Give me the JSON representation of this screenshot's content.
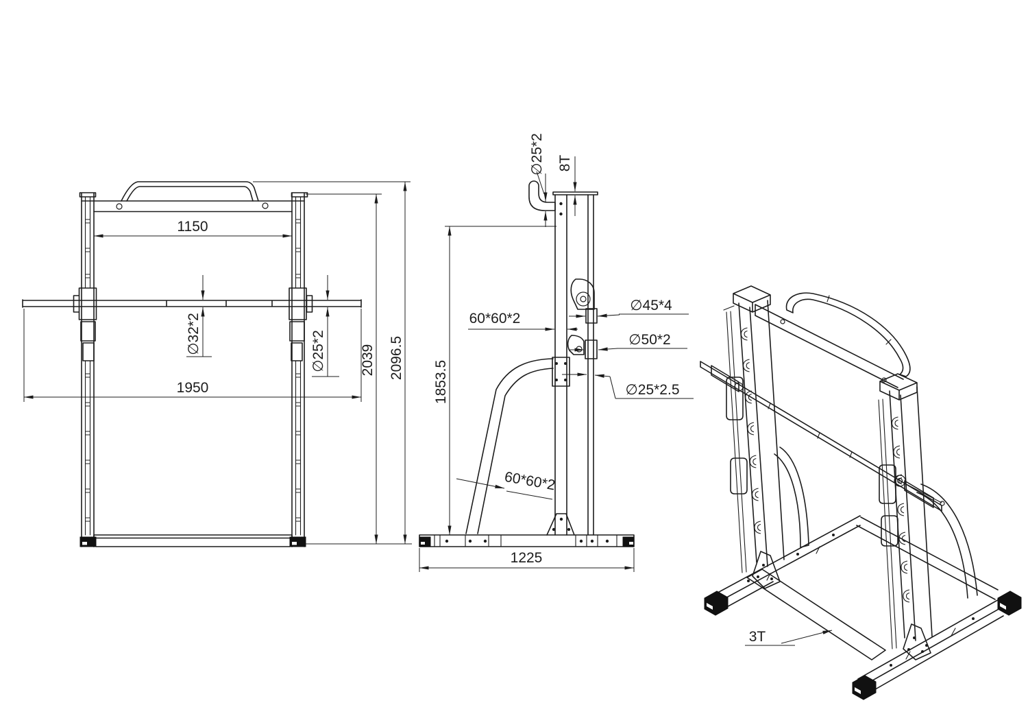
{
  "app": {
    "type": "technical-drawing",
    "subject": "smith machine squat rack three-view drawing",
    "background_color": "#ffffff",
    "line_color": "#1c1c1c"
  },
  "views": {
    "front": {
      "name": "front-view",
      "dimensions": {
        "top_width": "1150",
        "bar_tube": "∅32*2",
        "guide_rod": "∅25*2",
        "bar_length": "1950",
        "rail_height": "2039",
        "total_height": "2096.5"
      }
    },
    "side": {
      "name": "side-view",
      "dimensions": {
        "hook_tube": "∅25*2",
        "top_plate": "8T",
        "bar_sleeve": "∅45*4",
        "column_tube": "60*60*2",
        "slider_tube": "∅50*2",
        "guide_rod": "∅25*2.5",
        "leg_tube": "60*60*2",
        "column_height": "1853.5",
        "base_depth": "1225"
      }
    },
    "isometric": {
      "name": "isometric-view",
      "dimensions": {
        "gusset_plate": "3T"
      }
    }
  }
}
